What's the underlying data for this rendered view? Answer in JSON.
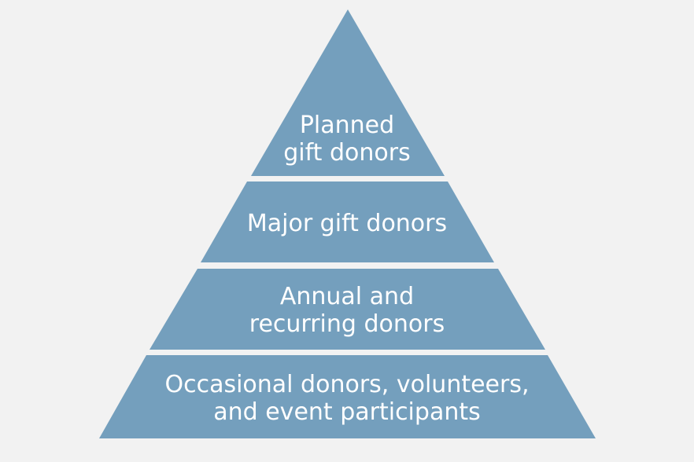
{
  "diagram": {
    "type": "pyramid",
    "colors": {
      "background": "#f2f2f2",
      "tier_fill": "#749fbd",
      "text": "#ffffff"
    },
    "tiers": [
      {
        "label_line1": "Planned",
        "label_line2": "gift donors"
      },
      {
        "label_line1": "Major gift donors",
        "label_line2": ""
      },
      {
        "label_line1": "Annual and",
        "label_line2": "recurring donors"
      },
      {
        "label_line1": "Occasional donors, volunteers,",
        "label_line2": "and event participants"
      }
    ]
  }
}
